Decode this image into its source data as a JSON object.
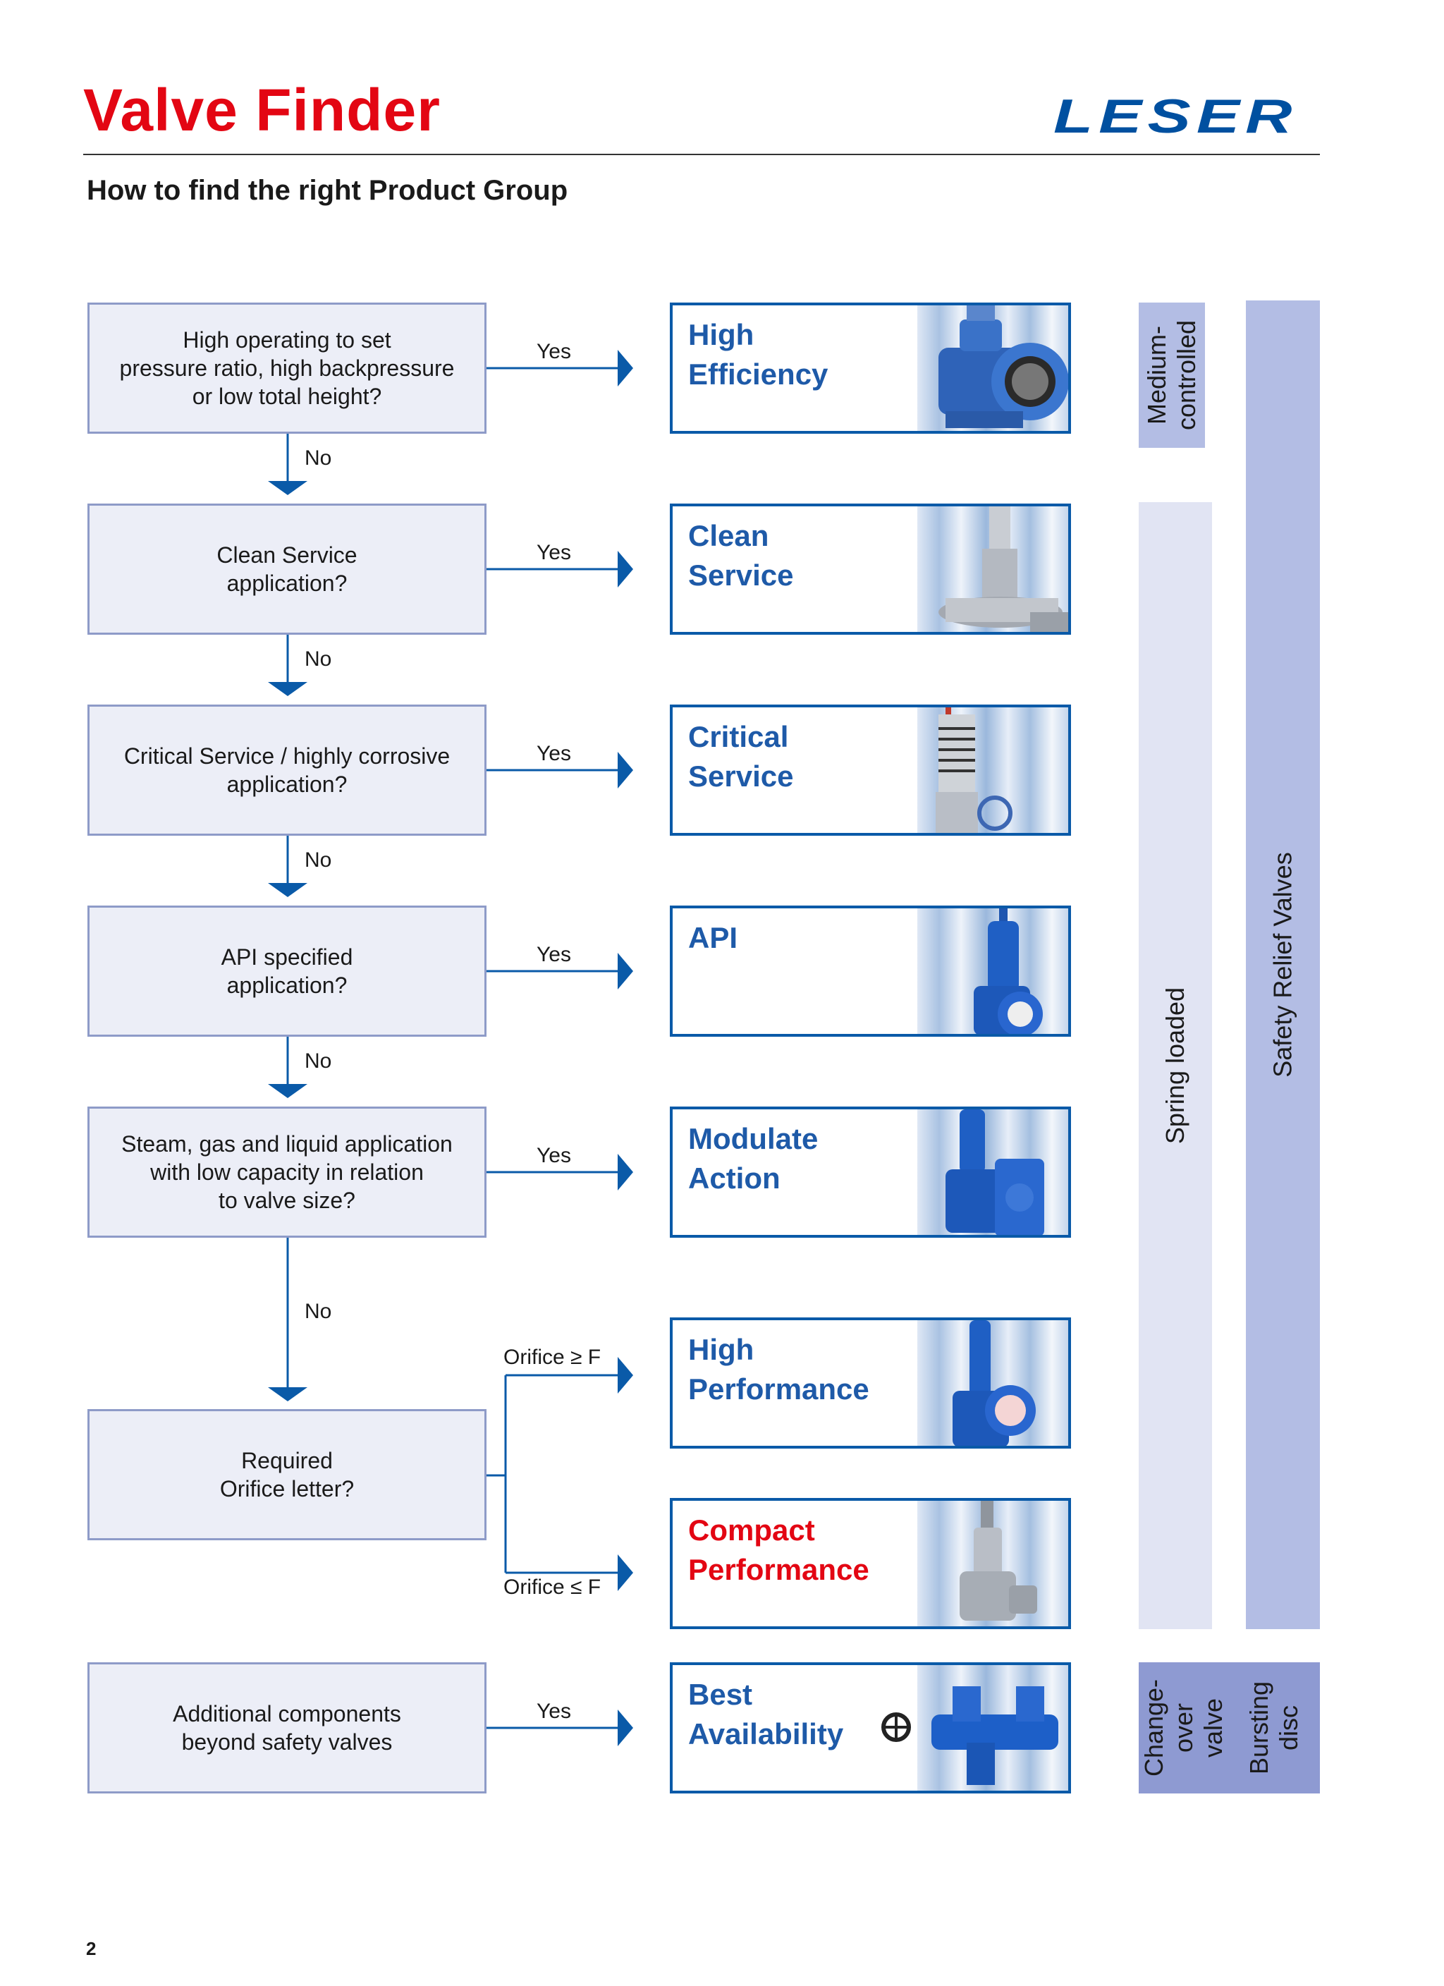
{
  "header": {
    "title": "Valve Finder",
    "logo_text": "LESER",
    "subtitle": "How to find the right Product Group"
  },
  "questions": [
    "High operating to set\npressure ratio, high backpressure\nor low total height?",
    "Clean Service\napplication?",
    "Critical Service / highly corrosive\napplication?",
    "API specified\napplication?",
    "Steam, gas and liquid application\nwith low capacity in relation\nto valve size?",
    "Required\nOrifice letter?",
    "Additional components\nbeyond safety valves"
  ],
  "products": [
    "High\nEfficiency",
    "Clean\nService",
    "Critical\nService",
    "API",
    "Modulate\nAction",
    "High\nPerformance",
    "Compact\nPerformance",
    "Best\nAvailability"
  ],
  "labels": {
    "yes": "Yes",
    "no": "No",
    "orifice_ge": "Orifice ≥ F",
    "orifice_le": "Orifice ≤ F"
  },
  "bands": {
    "medium_controlled": "Medium-\ncontrolled",
    "spring_loaded": "Spring loaded",
    "safety_relief": "Safety Relief Valves",
    "changeover": "Change-\nover valve",
    "bursting": "Bursting\ndisc"
  },
  "colors": {
    "accent_red": "#e30613",
    "brand_blue": "#0a5aa8",
    "question_fill": "#eceef7",
    "band_light": "#e1e4f3",
    "band_mid": "#b3bde4"
  },
  "page_number": "2"
}
